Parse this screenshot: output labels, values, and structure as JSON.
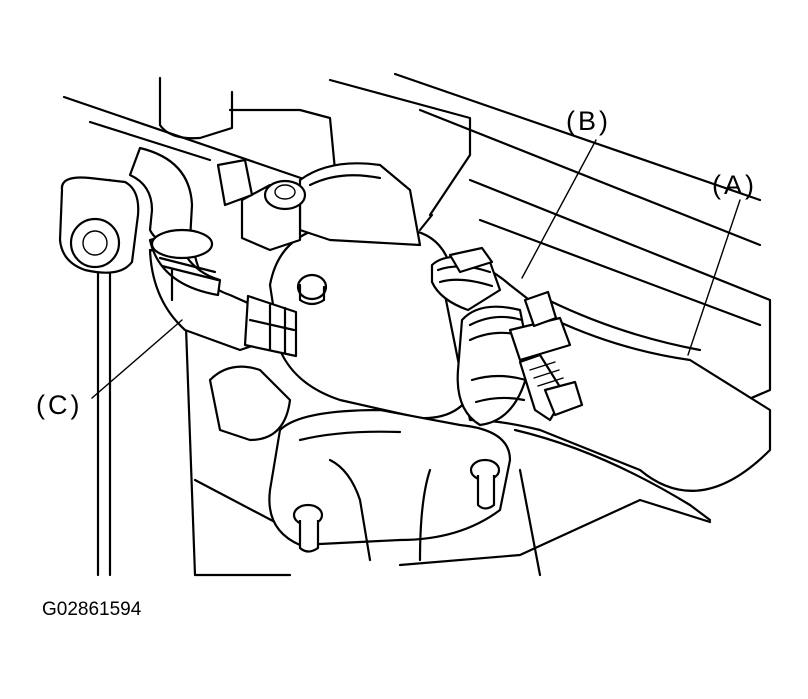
{
  "labels": {
    "a": "(A)",
    "b": "(B)",
    "c": "(C)"
  },
  "figure_code": "G02861594",
  "colors": {
    "line": "#000000",
    "background": "#ffffff"
  }
}
